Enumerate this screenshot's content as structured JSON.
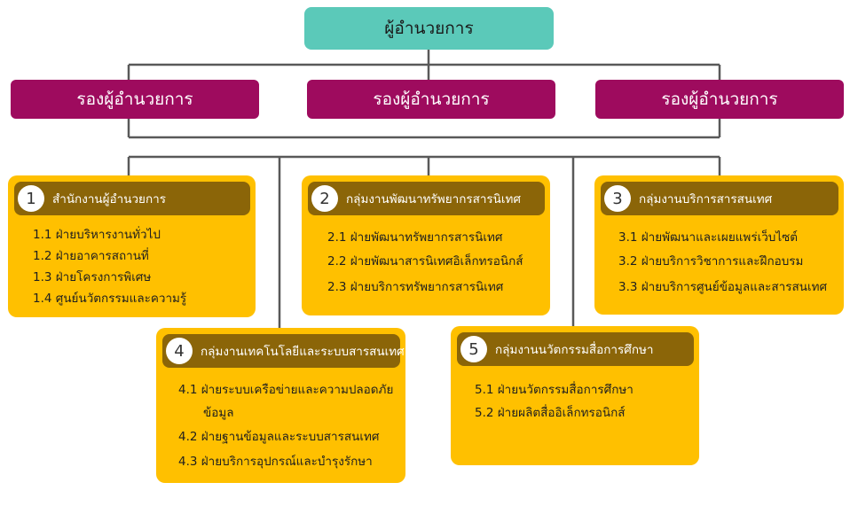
{
  "director": {
    "label": "ผู้อำนวยการ"
  },
  "deputies": [
    {
      "label": "รองผู้อำนวยการ"
    },
    {
      "label": "รองผู้อำนวยการ"
    },
    {
      "label": "รองผู้อำนวยการ"
    }
  ],
  "departments": [
    {
      "number": "1",
      "title": "สำนักงานผู้อำนวยการ",
      "items": [
        "1.1 ฝ่ายบริหารงานทั่วไป",
        "1.2 ฝ่ายอาคารสถานที่",
        "1.3 ฝ่ายโครงการพิเศษ",
        "1.4 ศูนย์นวัตกรรมและความรู้"
      ]
    },
    {
      "number": "2",
      "title": "กลุ่มงานพัฒนาทรัพยากรสารนิเทศ",
      "items": [
        "2.1 ฝ่ายพัฒนาทรัพยากรสารนิเทศ",
        "2.2 ฝ่ายพัฒนาสารนิเทศอิเล็กทรอนิกส์",
        "2.3 ฝ่ายบริการทรัพยากรสารนิเทศ"
      ]
    },
    {
      "number": "3",
      "title": "กลุ่มงานบริการสารสนเทศ",
      "items": [
        "3.1 ฝ่ายพัฒนาและเผยแพร่เว็บไซต์",
        "3.2 ฝ่ายบริการวิชาการและฝึกอบรม",
        "3.3 ฝ่ายบริการศูนย์ข้อมูลและสารสนเทศ"
      ]
    },
    {
      "number": "4",
      "title": "กลุ่มงานเทคโนโลยีและระบบสารสนเทศ",
      "items": [
        "4.1 ฝ่ายระบบเครือข่ายและความปลอดภัย",
        "ข้อมูล",
        "4.2 ฝ่ายฐานข้อมูลและระบบสารสนเทศ",
        "4.3 ฝ่ายบริการอุปกรณ์และบำรุงรักษา"
      ]
    },
    {
      "number": "5",
      "title": "กลุ่มงานนวัตกรรมสื่อการศึกษา",
      "items": [
        "5.1 ฝ่ายนวัตกรรมสื่อการศึกษา",
        "5.2 ฝ่ายผลิตสื่ออิเล็กทรอนิกส์"
      ]
    }
  ],
  "colors": {
    "director": "#5bc9b9",
    "deputy": "#9e0b5e",
    "department": "#ffc000",
    "department_header": "#8b6508",
    "connector": "#595959"
  }
}
